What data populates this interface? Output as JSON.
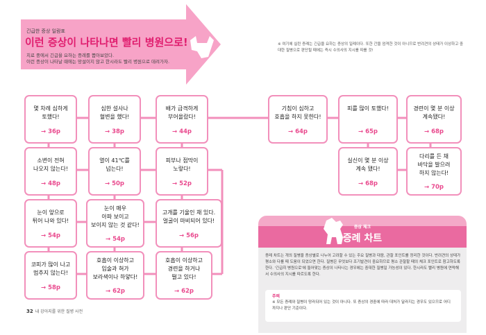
{
  "header": {
    "small_label": "긴급한 증상 일람표",
    "title": "이런 증상이 나타나면 빨리 병원으로!",
    "desc_line1": "치료 중에서 긴급을 요하는 증례를 뽑아보았다.",
    "desc_line2": "이런 증상이 나타날 때에는 망설이지 않고 한시라도 빨리 병원으로 데려가자."
  },
  "top_note": "※ 여기에 실린 증례는 긴급을 요하는 증상의 일례이다. 또한 간을 엄격한 것이 아니므로 반려견의 상태가 이상하고 중대한 질병으로 판단될 때에는 즉시 수의사의 지시를 따를 것!",
  "cards": [
    {
      "text": "몇 차례 심하게\n토했다!",
      "page": "→ 36p"
    },
    {
      "text": "심한 설사나\n혈변을 했다!",
      "page": "→ 38p"
    },
    {
      "text": "배가 급격하게\n부어올랐다!",
      "page": "→ 44p"
    },
    {
      "text": "기침이 심하고\n호흡을 하지 못한다!",
      "page": "→ 64p"
    },
    {
      "text": "피를 많이 토했다!",
      "page": "→ 65p"
    },
    {
      "text": "경련이 몇 분 이상\n계속됐다!",
      "page": "→ 68p"
    },
    {
      "text": "소변이 전혀\n나오지 않는다!",
      "page": "→ 48p"
    },
    {
      "text": "열이 41℃를\n넘는다!",
      "page": "→ 50p"
    },
    {
      "text": "피부나 점막이\n노랗다!",
      "page": "→ 52p"
    },
    {
      "text": "실신이 몇 분 이상\n계속 됐다!",
      "page": "→ 68p"
    },
    {
      "text": "다리를 든 채\n바닥을 발으려\n하지 않는다!",
      "page": "→ 70p"
    },
    {
      "text": "눈이 앞으로\n튀어 나와 있다!",
      "page": "→ 54p"
    },
    {
      "text": "눈이 매우\n아파 보이고\n보이지 않는 것 같다!",
      "page": "→ 54p"
    },
    {
      "text": "고개를 기울인 채 있다.\n얼굴이 마비되어 있다!",
      "page": "→ 56p"
    },
    {
      "text": "코피가 많이 나고\n멈추지 않는다!",
      "page": "→ 58p"
    },
    {
      "text": "호흡이 이상하고\n입술과 혀가\n보라색이나 하얗다!",
      "page": "→ 62p"
    },
    {
      "text": "호흡이 이상하고\n경련을 하거나\n떨고 있다!",
      "page": "→ 62p"
    }
  ],
  "panel": {
    "small_label": "증상 체크",
    "title": "증례 차트",
    "body": "증례 차트는 개의 질병을 증상별로 나누어 고려할 수 있는 주요 질병과 대응, 관찰 포인트를 정리한 것이다. 반려견의 상태가 평소와 다를 때 도움이 되었으면 한다. 질병은 무엇보다 조기발견이 중요하므로 평소 관찰할 때의 체크 포인트로 참고하도록 한다. '긴급히 병원으로'에 들어맞는 증상이 나타나는 경우에는 중대한 질병일 가능성이 있다. 한시라도 빨리 병원에 연락해서 수의사의 지시를 따르도록 한다.",
    "memo_title": "주의",
    "memo_text": "※ 모든 증례와 질병이 망라되어 있는 것이 아니다. 또 증상의 경중에 따라 대처가 달라지는 경우도 있으므로 어디까지나 판단 기준이다."
  },
  "footer": {
    "page_number": "32",
    "title": "내 강아지를 위한 질병 사전"
  },
  "colors": {
    "accent": "#e01e6f",
    "card_border": "#f28fbb",
    "arrow": "#f7a3c7",
    "panel_bg": "#eeedee"
  }
}
